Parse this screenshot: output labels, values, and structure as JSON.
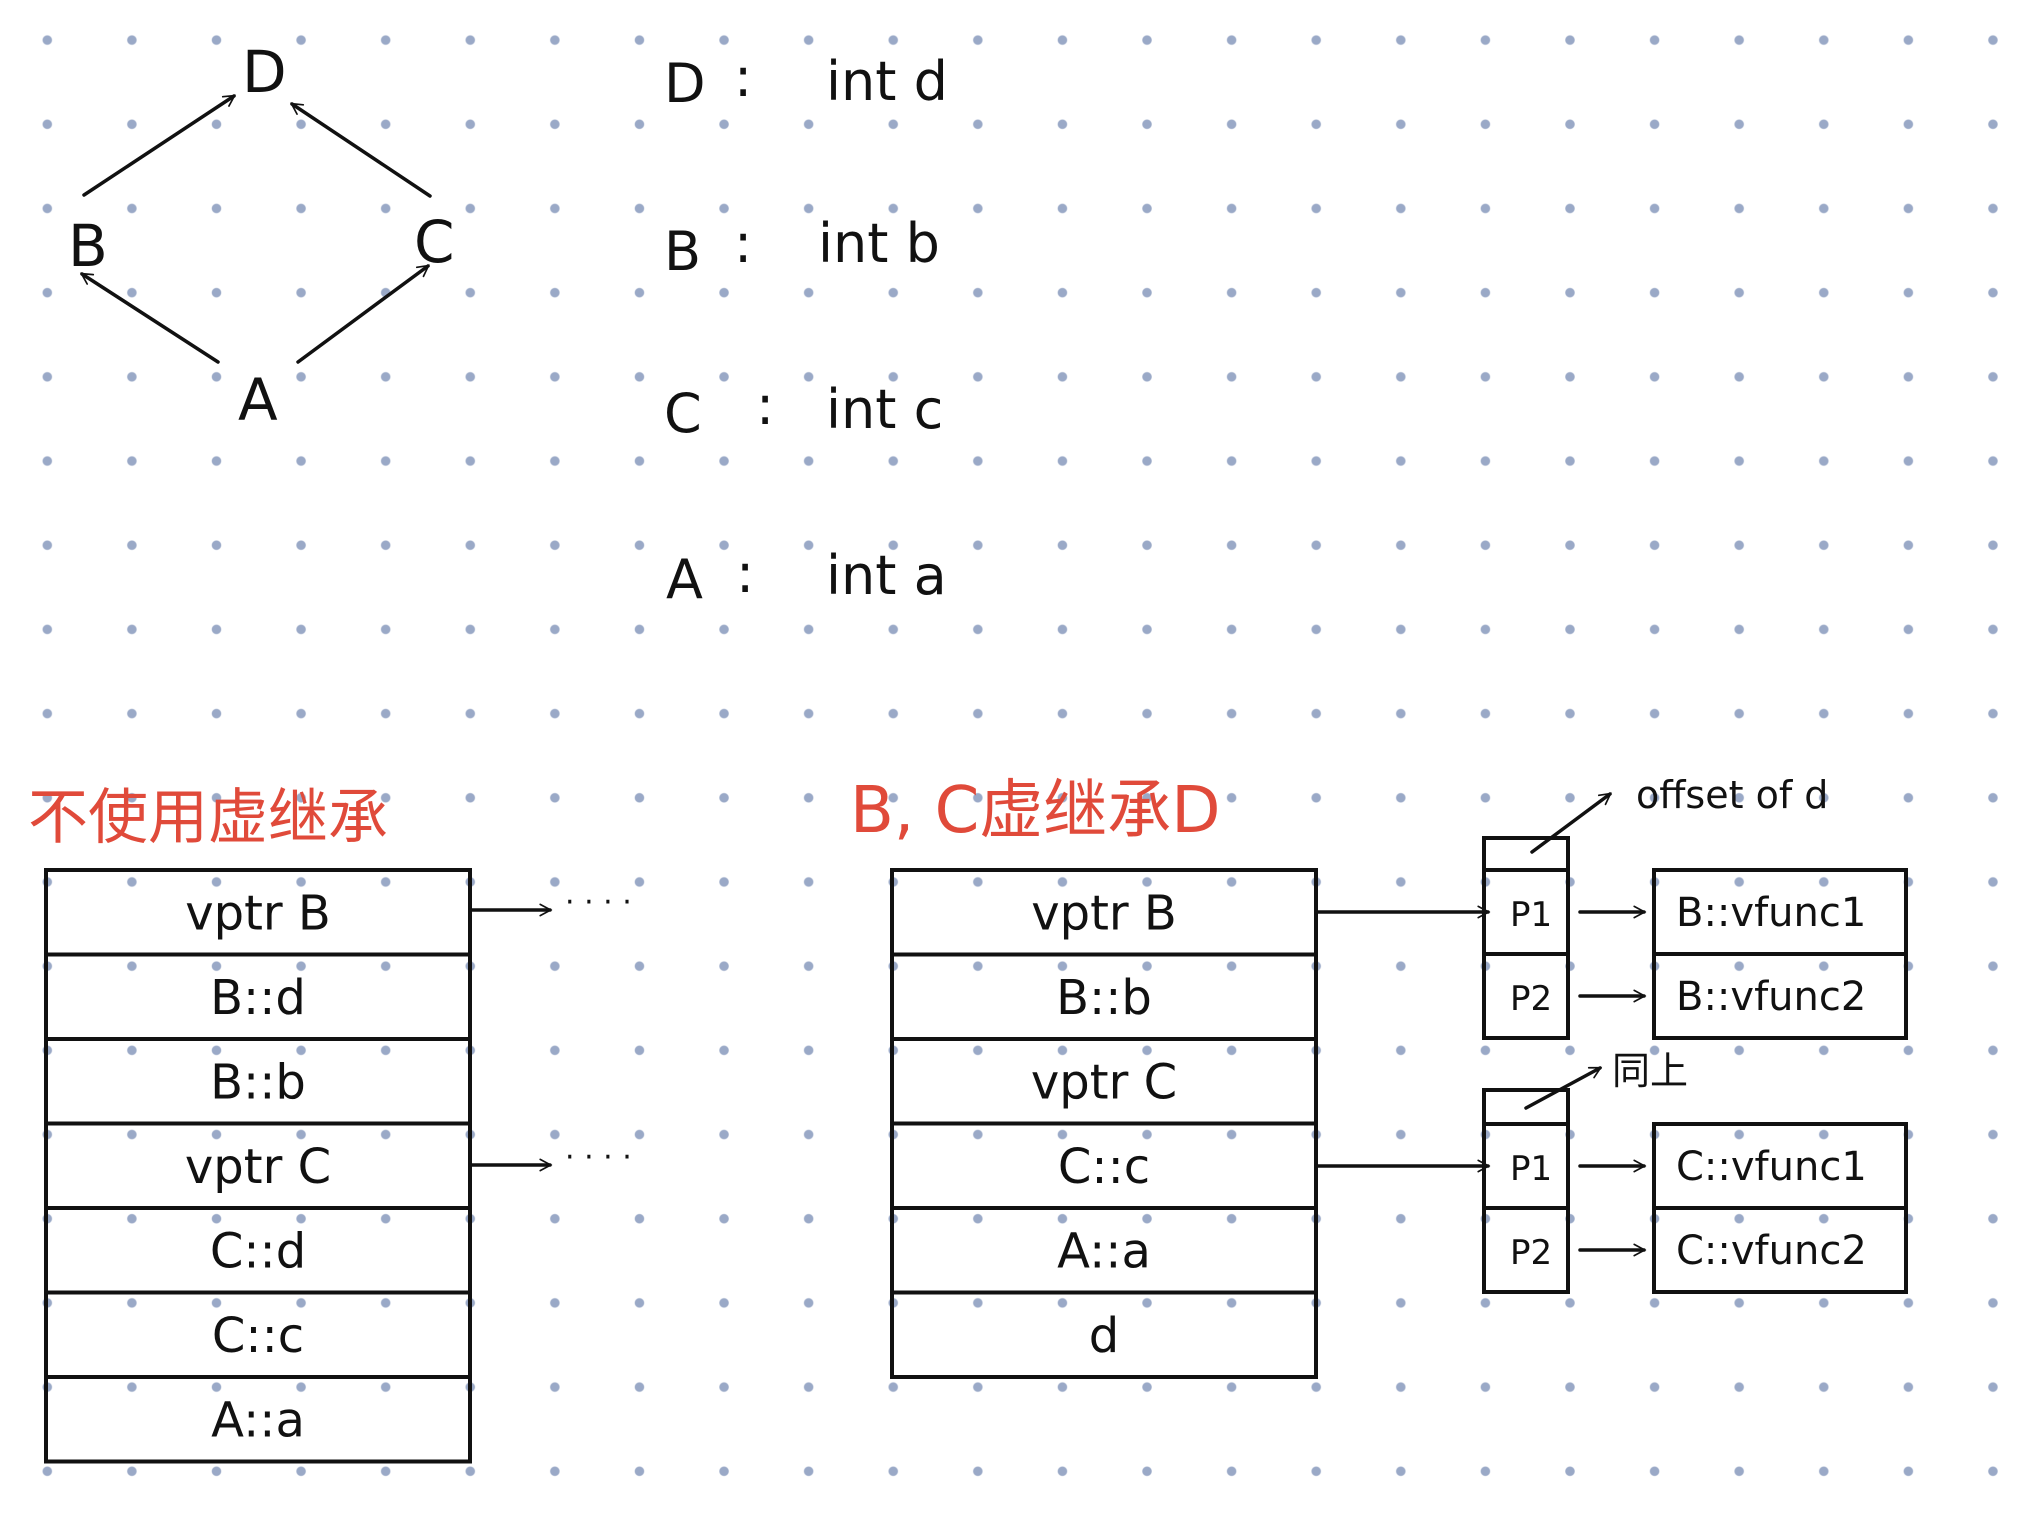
{
  "graph": {
    "nodes": {
      "D": "D",
      "B": "B",
      "C": "C",
      "A": "A"
    }
  },
  "members": [
    {
      "cls": "D",
      "sep": ":",
      "decl": "int d"
    },
    {
      "cls": "B",
      "sep": ":",
      "decl": "int b"
    },
    {
      "cls": "C",
      "sep": ":",
      "decl": "int c"
    },
    {
      "cls": "A",
      "sep": ":",
      "decl": "int a"
    }
  ],
  "left_layout": {
    "title": "不使用虚继承",
    "rows": [
      "vptr B",
      "B::d",
      "B::b",
      "vptr C",
      "C::d",
      "C::c",
      "A::a"
    ],
    "ellipsis": "· · · ·"
  },
  "right_layout": {
    "title": "B, C虚继承D",
    "rows": [
      "vptr B",
      "B::b",
      "vptr C",
      "C::c",
      "A::a",
      "d"
    ],
    "vtable_b": {
      "header_note": "offset of d",
      "slots": [
        "P1",
        "P2"
      ],
      "targets": [
        "B::vfunc1",
        "B::vfunc2"
      ]
    },
    "vtable_c": {
      "header_note": "同上",
      "slots": [
        "P1",
        "P2"
      ],
      "targets": [
        "C::vfunc1",
        "C::vfunc2"
      ]
    }
  }
}
